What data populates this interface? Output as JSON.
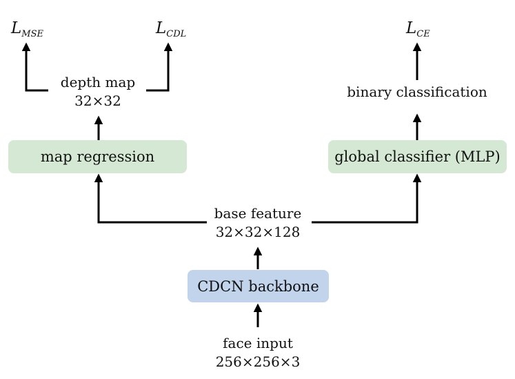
{
  "colors": {
    "green_box": "#d5e8d4",
    "blue_box": "#c2d3ec",
    "line": "#000000"
  },
  "losses": {
    "mse": {
      "main": "L",
      "sub": "MSE"
    },
    "cdl": {
      "main": "L",
      "sub": "CDL"
    },
    "ce": {
      "main": "L",
      "sub": "CE"
    }
  },
  "depth_map": {
    "line1": "depth map",
    "line2": "32×32"
  },
  "binary_classification": {
    "label": "binary classification"
  },
  "map_regression": {
    "label": "map regression"
  },
  "global_classifier": {
    "label": "global classifier (MLP)"
  },
  "base_feature": {
    "line1": "base feature",
    "line2": "32×32×128"
  },
  "backbone": {
    "label": "CDCN backbone"
  },
  "face_input": {
    "line1": "face input",
    "line2": "256×256×3"
  }
}
